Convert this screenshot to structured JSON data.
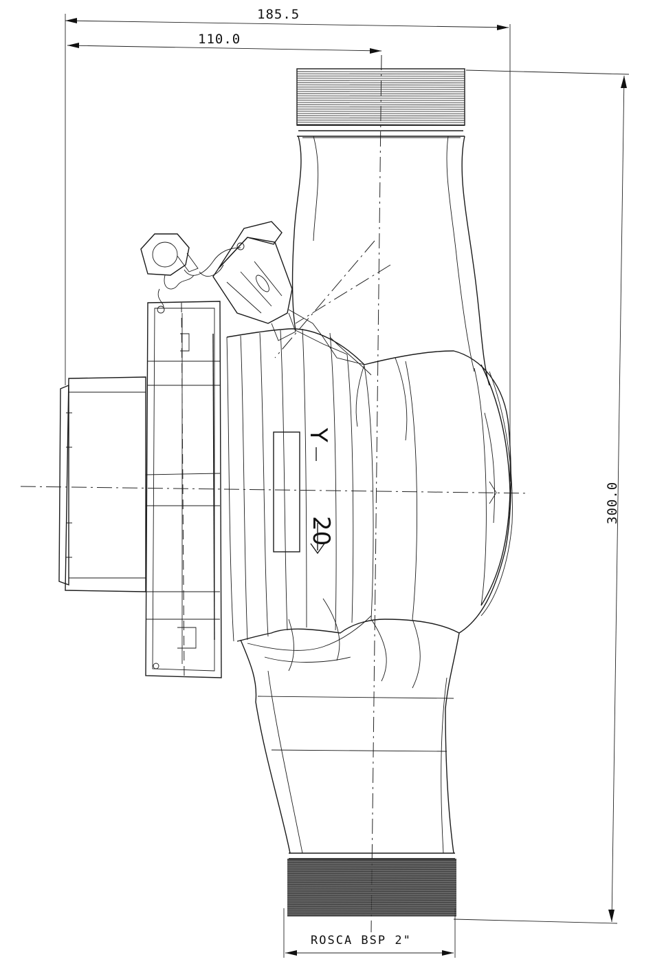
{
  "dimensions": {
    "total_width": "185.5",
    "center_offset": "110.0",
    "height": "300.0",
    "thread_label": "ROSCA BSP 2\""
  },
  "body_marking": {
    "size": "20",
    "letter": "Y"
  },
  "colors": {
    "ink": "#1a1a1a",
    "paper": "#ffffff"
  }
}
